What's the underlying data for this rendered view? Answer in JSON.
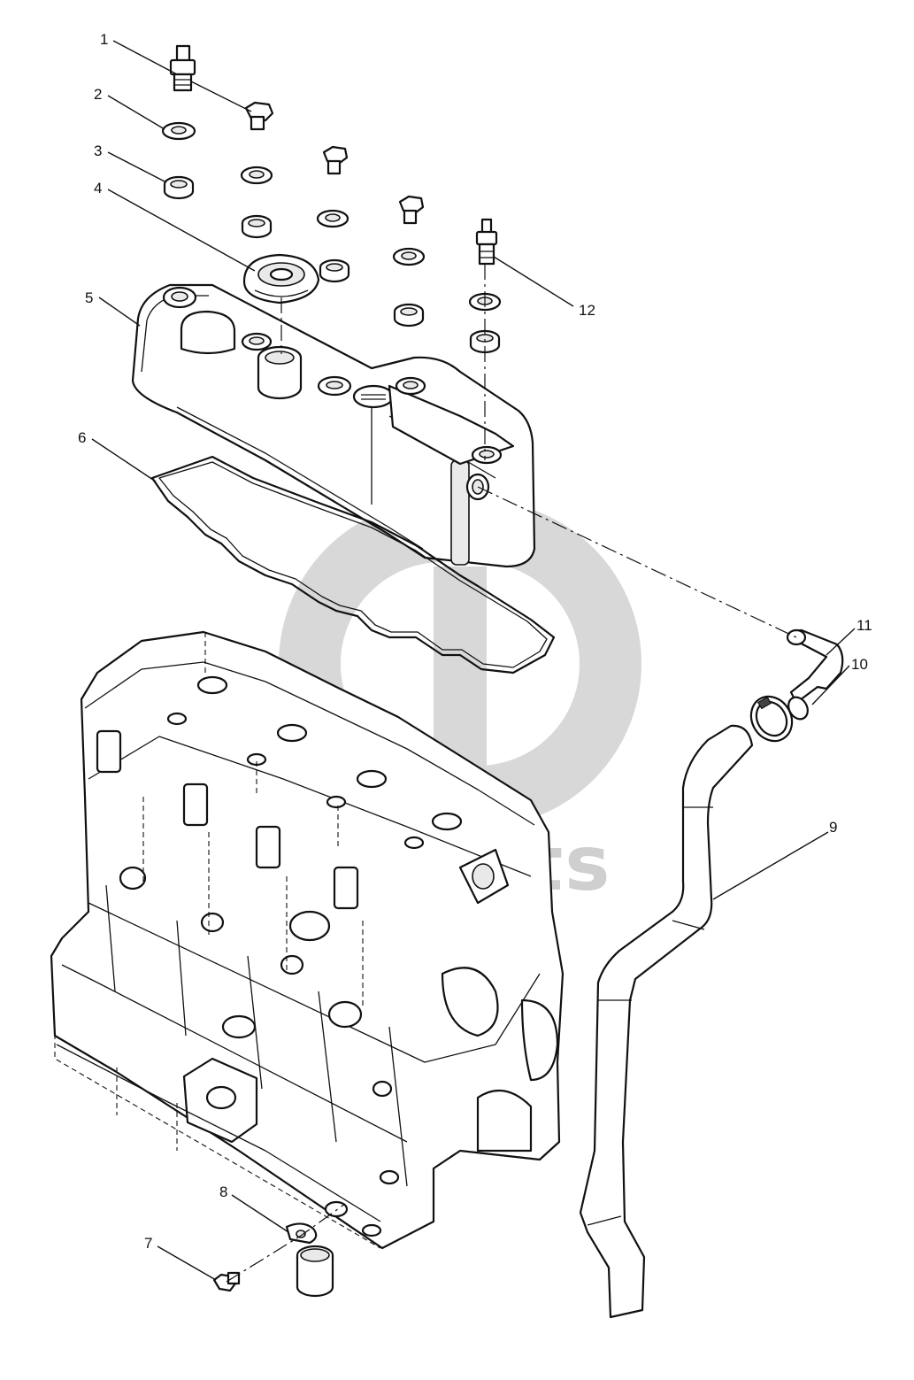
{
  "watermark": {
    "text": "daiparts"
  },
  "callouts": [
    {
      "num": "1"
    },
    {
      "num": "2"
    },
    {
      "num": "3"
    },
    {
      "num": "4"
    },
    {
      "num": "5"
    },
    {
      "num": "6"
    },
    {
      "num": "7"
    },
    {
      "num": "8"
    },
    {
      "num": "9"
    },
    {
      "num": "10"
    },
    {
      "num": "11"
    },
    {
      "num": "12"
    }
  ]
}
